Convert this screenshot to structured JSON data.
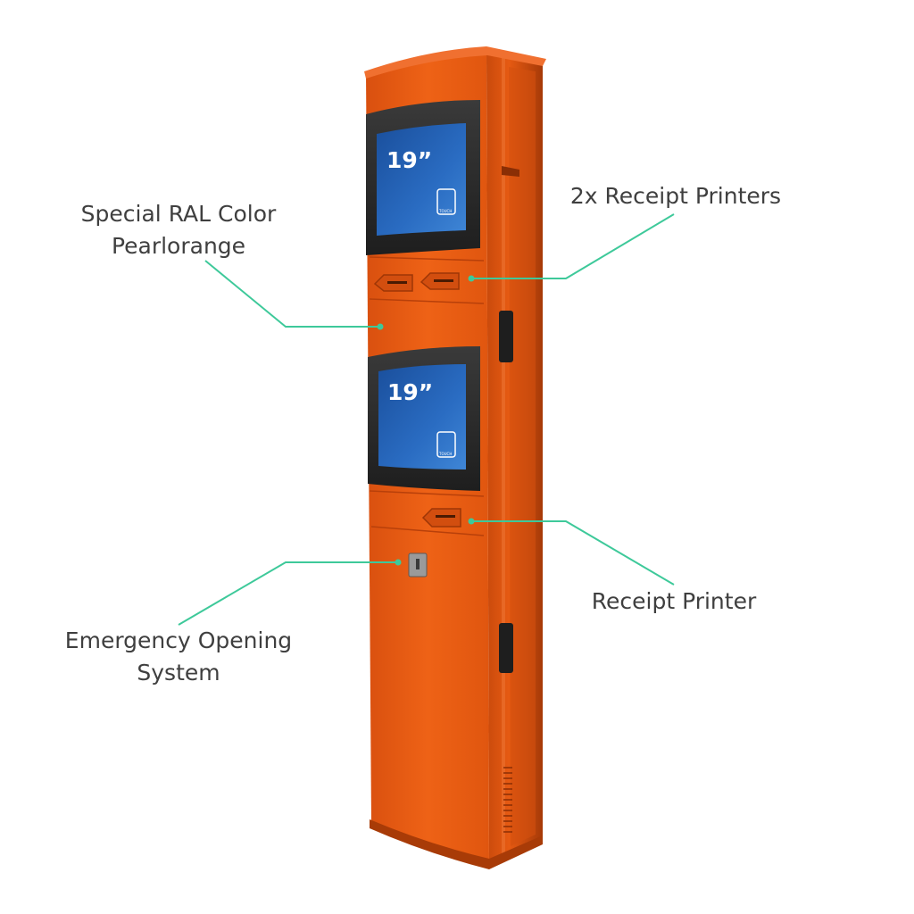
{
  "callouts": {
    "color": {
      "line1": "Special RAL Color",
      "line2": "Pearlorange"
    },
    "printers": {
      "line1": "2x Receipt Printers"
    },
    "printer": {
      "line1": "Receipt Printer"
    },
    "emergency": {
      "line1": "Emergency Opening",
      "line2": "System"
    }
  },
  "screens": {
    "upper": {
      "size_label": "19”",
      "touch_label": "TOUCH"
    },
    "lower": {
      "size_label": "19”",
      "touch_label": "TOUCH"
    }
  },
  "colors": {
    "kiosk_orange": "#e85a12",
    "kiosk_orange_dark": "#b8400a",
    "callout_line": "#3ec99a",
    "screen_blue": "#1f5fb0",
    "bezel": "#2b2b2b",
    "text": "#3f3f3f"
  }
}
